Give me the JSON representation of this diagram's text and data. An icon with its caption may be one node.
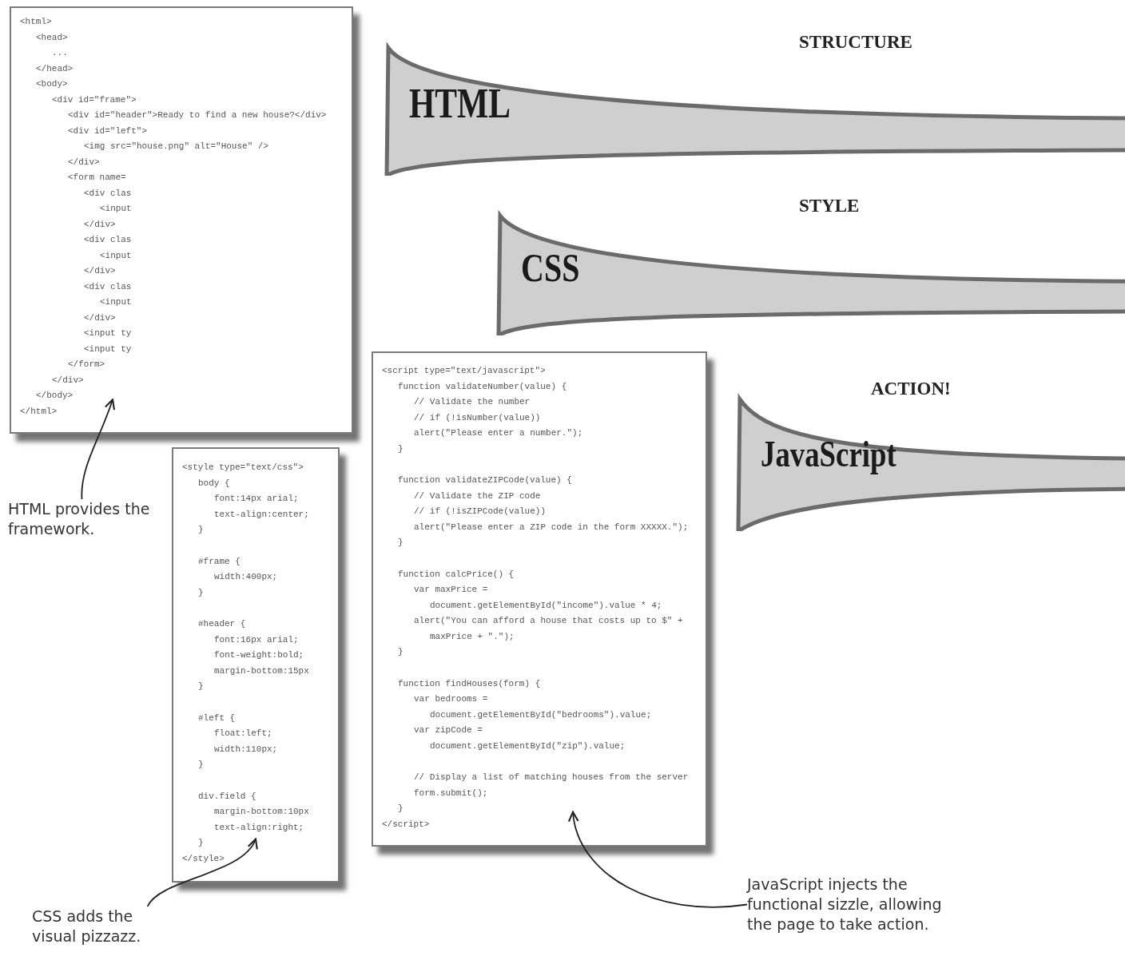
{
  "diagram": {
    "nodes": [
      {
        "text": [
          "<html>",
          "<head>",
          "...",
          "</head>",
          "<body>",
          "<div id=\"frame\">",
          "<div id=\"header\">Ready to find a new house?</div>",
          "<div id=\"left\">",
          "<img src=\"house.png\" alt=\"House\" />",
          "</div>",
          "<form name=",
          "<div clas",
          "<input",
          "</div>",
          "<div clas",
          "<input",
          "</div>",
          "<div clas",
          "<input",
          "</div>",
          "<input ty",
          "<input ty",
          "</form>",
          "</div>",
          "</body>",
          "</html>"
        ]
      },
      {
        "text": [
          "<style type=\"text/css\">",
          "body {",
          "font:14px arial;",
          "text-align:center;",
          "}",
          "#frame {",
          "width:400px;",
          "}",
          "#header {",
          "font:16px arial;",
          "font-weight:bold;",
          "margin-bottom:15px",
          "}",
          "#left {",
          "float:left;",
          "width:110px;",
          "}",
          "div.field {",
          "margin-bottom:10px",
          "text-align:right;",
          "}",
          "</style>"
        ]
      },
      {
        "text": [
          "<script type=\"text/javascript\">",
          "function validateNumber(value) {",
          "// Validate the number",
          "// if (!isNumber(value))",
          "alert(\"Please enter a number.\");",
          "}",
          "function validateZIPCode(value) {",
          "// Validate the ZIP code",
          "// if (!isZIPCode(value))",
          "alert(\"Please enter a ZIP code in the form XXXXX.\");",
          "}",
          "function calcPrice() {",
          "var maxPrice =",
          "document.getElementById(\"income\").value * 4;",
          "alert(\"You can afford a house that costs up to $\" +",
          "maxPrice + \".\");",
          "}",
          "function findHouses(form) {",
          "var bedrooms =",
          "document.getElementById(\"bedrooms\").value;",
          "var zipCode =",
          "document.getElementById(\"zip\").value;",
          "// Display a list of matching houses from the server",
          "form.submit();",
          "}",
          "</script>"
        ]
      },
      {
        "text": [
          "STRUCTURE",
          "HTML"
        ]
      },
      {
        "text": [
          "STYLE",
          "CSS"
        ]
      },
      {
        "text": [
          "ACTION!",
          "JavaScript"
        ]
      },
      {
        "text": [
          "HTML provides the framework."
        ]
      },
      {
        "text": [
          "CSS adds the visual pizzazz."
        ]
      },
      {
        "text": [
          "JavaScript injects the functional sizzle, allowing the page to take action."
        ]
      }
    ],
    "edges": [
      {
        "from": 6,
        "to": 0,
        "arrow": "to"
      },
      {
        "from": 7,
        "to": 1,
        "arrow": "to"
      },
      {
        "from": 8,
        "to": 2,
        "arrow": "to"
      }
    ]
  }
}
